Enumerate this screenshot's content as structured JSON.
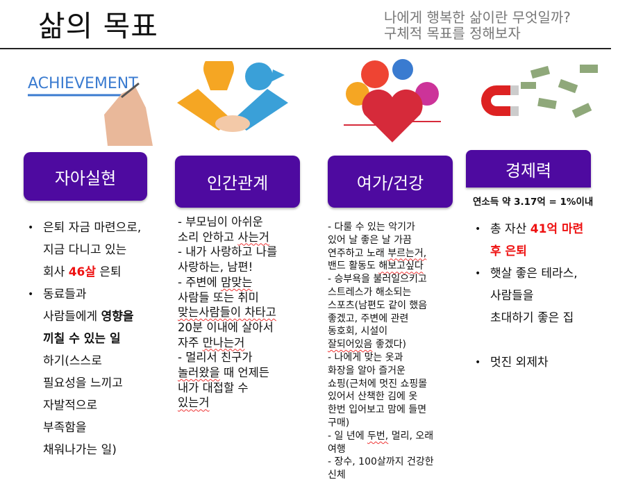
{
  "header": {
    "title": "삶의 목표",
    "subtitle_lines": [
      "나에게 행복한 삶이란 무엇일까?",
      "구체적 목표를 정해보자"
    ]
  },
  "colors": {
    "box": "#4e0aa0",
    "highlight": "#ee1111"
  },
  "images": {
    "achievement_text": "ACHIEVEMENT"
  },
  "categories": [
    {
      "label": "자아실현",
      "icon": "hand-writing-achievement-image"
    },
    {
      "label": "인간관계",
      "icon": "handshake-ideas-image"
    },
    {
      "label": "여가/건강",
      "icon": "heart-health-icons-image"
    },
    {
      "label": "경제력",
      "icon": "magnet-money-image"
    }
  ],
  "income_note": "연소득 약 3.17억 = 1%이내",
  "col1": [
    [
      {
        "t": "은퇴 자금 마련으로,"
      }
    ],
    [
      {
        "t": "지금 다니고 있는"
      }
    ],
    [
      {
        "t": "회사 "
      },
      {
        "t": "46살",
        "s": "red"
      },
      {
        "t": " 은퇴"
      }
    ],
    [
      {
        "t": "동료들과"
      }
    ],
    [
      {
        "t": "사람들에게 "
      },
      {
        "t": "영향을",
        "s": "bold"
      }
    ],
    [
      {
        "t": "끼칠 수 있는 일",
        "s": "bold"
      }
    ],
    [
      {
        "t": "하기(스스로"
      }
    ],
    [
      {
        "t": "필요성을 느끼고"
      }
    ],
    [
      {
        "t": "자발적으로"
      }
    ],
    [
      {
        "t": "부족함을"
      }
    ],
    [
      {
        "t": "채워나가는 일)"
      }
    ]
  ],
  "col1_bullets": [
    0,
    3
  ],
  "col2": [
    [
      {
        "t": "- 부모님이 아쉬운"
      }
    ],
    [
      {
        "t": "소리 안하고 "
      },
      {
        "t": "사는거",
        "s": "sq"
      }
    ],
    [
      {
        "t": "- 내가 사랑하고 나를"
      }
    ],
    [
      {
        "t": "사랑하는, 남편!"
      }
    ],
    [
      {
        "t": "- 주변에 "
      },
      {
        "t": "맘맞는",
        "s": "sq"
      }
    ],
    [
      {
        "t": "사람들 또는 취미"
      }
    ],
    [
      {
        "t": "맞는사람들이 차타고",
        "s": "sq"
      }
    ],
    [
      {
        "t": "20분 이내에 살아서"
      }
    ],
    [
      {
        "t": "자주 "
      },
      {
        "t": "만나는거",
        "s": "sq"
      }
    ],
    [
      {
        "t": "- 멀리서 친구가"
      }
    ],
    [
      {
        "t": "놀러왔을",
        "s": "sq"
      },
      {
        "t": " 때 언제든"
      }
    ],
    [
      {
        "t": "내가 대접할 수"
      }
    ],
    [
      {
        "t": "있는거",
        "s": "sq"
      }
    ]
  ],
  "col3": [
    [
      {
        "t": "- 다룰 수 있는 악기가"
      }
    ],
    [
      {
        "t": "있어 날 좋은 날 가끔"
      }
    ],
    [
      {
        "t": "연주하고 노래 "
      },
      {
        "t": "부르는거,",
        "s": "sq"
      }
    ],
    [
      {
        "t": "밴드 활동도 "
      },
      {
        "t": "해보고싶다",
        "s": "sq"
      }
    ],
    [
      {
        "t": "- 승부욕을 불러일으키고"
      }
    ],
    [
      {
        "t": "스트레스가 해소되는"
      }
    ],
    [
      {
        "t": "스포츠(남편도 같이 했음"
      }
    ],
    [
      {
        "t": "좋겠고, 주변에 관련"
      }
    ],
    [
      {
        "t": "동호회, 시설이"
      }
    ],
    [
      {
        "t": "잘되어있음",
        "s": "sq"
      },
      {
        "t": " 좋겠다)"
      }
    ],
    [
      {
        "t": "- 나에게 맞는 옷과"
      }
    ],
    [
      {
        "t": "화장을 알아 즐거운"
      }
    ],
    [
      {
        "t": "쇼핑(근처에 멋진 쇼핑몰"
      }
    ],
    [
      {
        "t": "있어서 산책한 김에 옷"
      }
    ],
    [
      {
        "t": "한번 입어보고 맘에 들면"
      }
    ],
    [
      {
        "t": "구매)"
      }
    ],
    [
      {
        "t": "- 일 년에 "
      },
      {
        "t": "두번,",
        "s": "sq"
      },
      {
        "t": " 멀리, 오래"
      }
    ],
    [
      {
        "t": "여행"
      }
    ],
    [
      {
        "t": "- 장수, 100살까지 건강한"
      }
    ],
    [
      {
        "t": "신체"
      }
    ]
  ],
  "col4": [
    [
      {
        "t": "총 자산 "
      },
      {
        "t": "41억 마련",
        "s": "red"
      }
    ],
    [
      {
        "t": "후 은퇴",
        "s": "red"
      }
    ],
    [
      {
        "t": "햇살 좋은 테라스,"
      }
    ],
    [
      {
        "t": "사람들을"
      }
    ],
    [
      {
        "t": "초대하기 좋은 집"
      }
    ],
    [
      {
        "t": ""
      }
    ],
    [
      {
        "t": "멋진 외제차"
      }
    ]
  ],
  "col4_bullets": [
    0,
    2,
    6
  ]
}
